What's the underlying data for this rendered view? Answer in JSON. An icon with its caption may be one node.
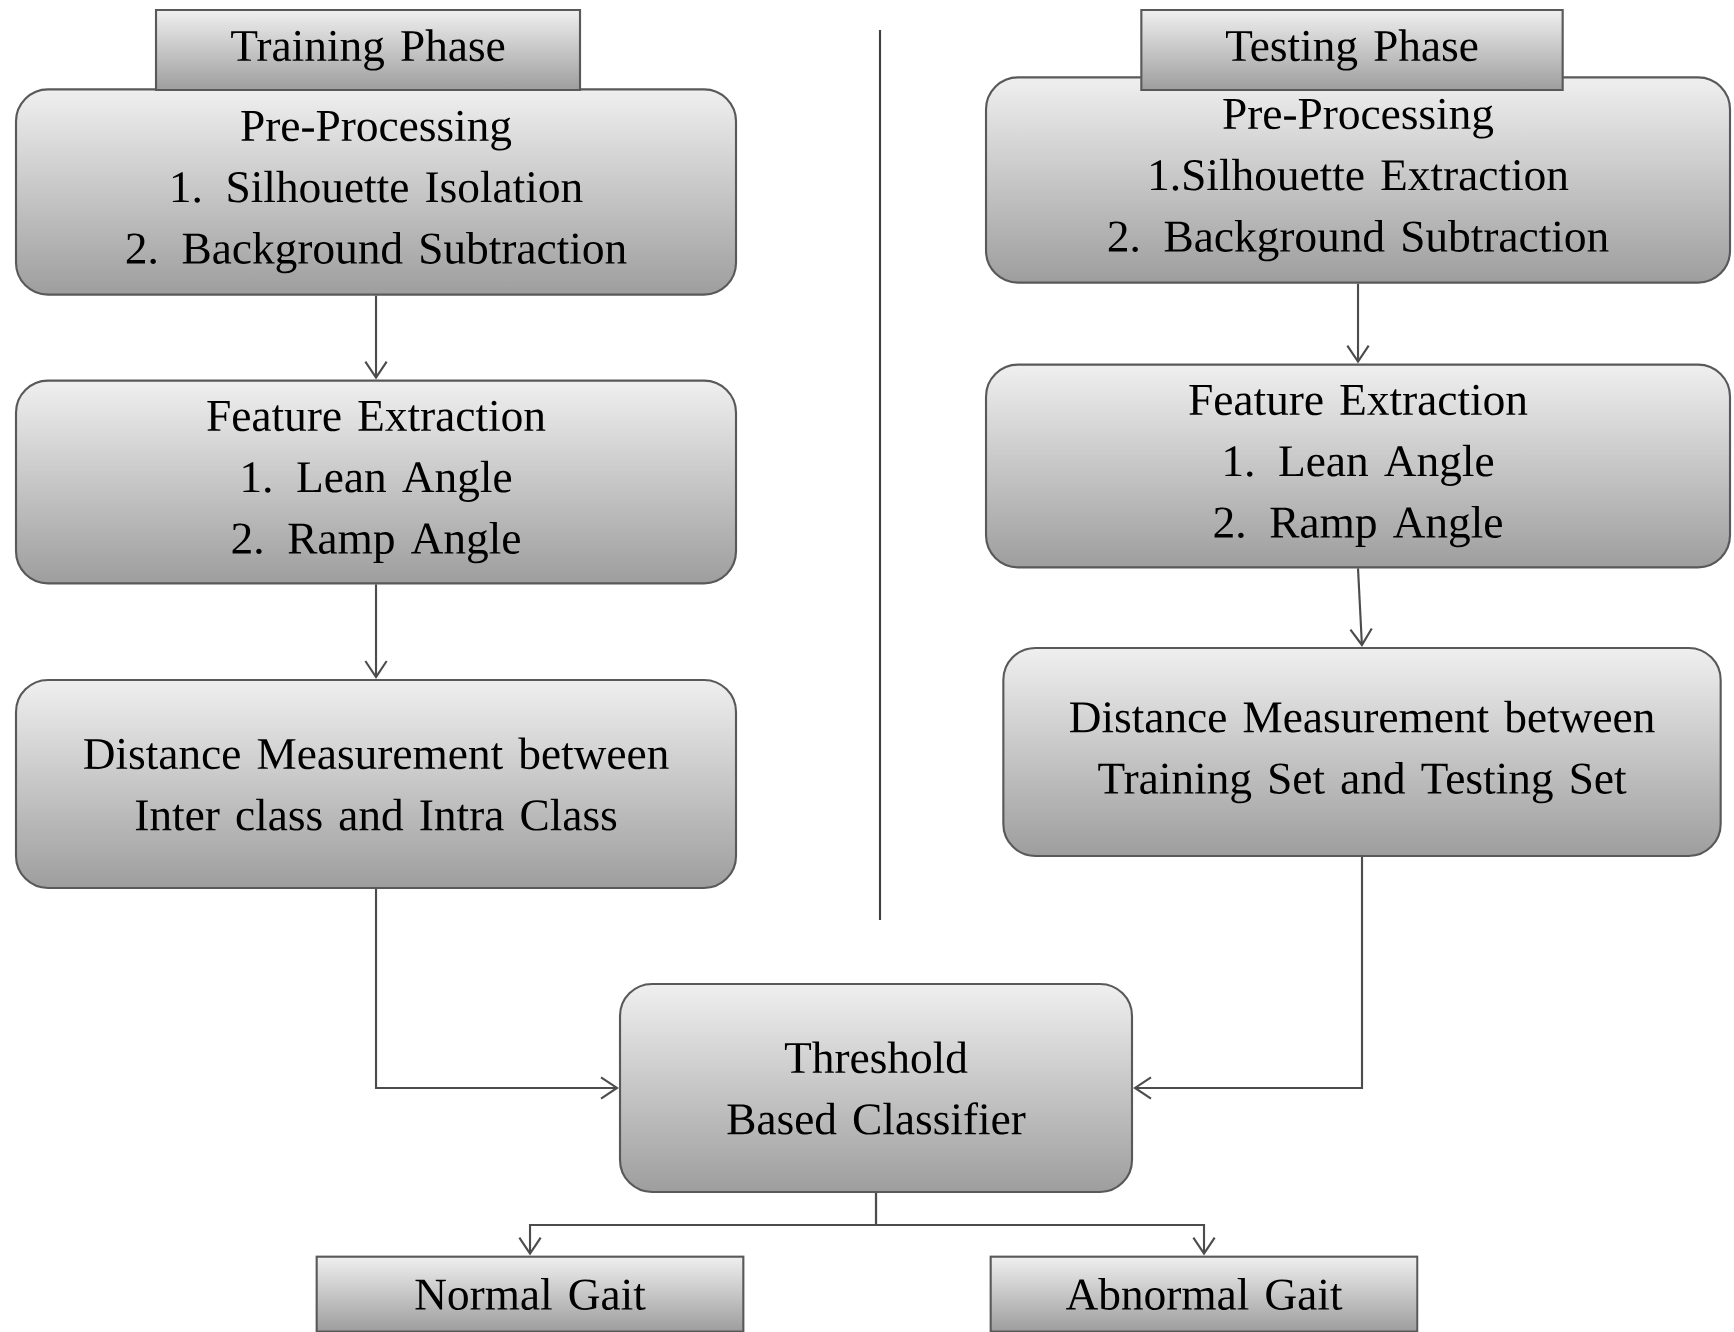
{
  "diagram": {
    "nodes": [
      {
        "text": [
          "Training Phase"
        ]
      },
      {
        "text": [
          "Pre-Processing",
          "1. Silhouette Isolation",
          "2. Background Subtraction"
        ]
      },
      {
        "text": [
          "Feature Extraction",
          "1. Lean Angle",
          "2. Ramp Angle"
        ]
      },
      {
        "text": [
          "Distance Measurement between Inter class and Intra Class"
        ]
      },
      {
        "text": [
          "Testing Phase"
        ]
      },
      {
        "text": [
          "Pre-Processing",
          "1.Silhouette Extraction",
          "2. Background Subtraction"
        ]
      },
      {
        "text": [
          "Feature Extraction",
          "1. Lean Angle",
          "2. Ramp Angle"
        ]
      },
      {
        "text": [
          "Distance Measurement between Training Set and Testing Set"
        ]
      },
      {
        "text": [
          "Threshold Based Classifier"
        ]
      },
      {
        "text": [
          "Normal Gait"
        ]
      },
      {
        "text": [
          "Abnormal Gait"
        ]
      }
    ],
    "edges": [
      {
        "from": 1,
        "to": 2,
        "arrow": "to"
      },
      {
        "from": 2,
        "to": 3,
        "arrow": "to"
      },
      {
        "from": 3,
        "to": 8,
        "arrow": "to"
      },
      {
        "from": 5,
        "to": 6,
        "arrow": "to"
      },
      {
        "from": 6,
        "to": 7,
        "arrow": "to"
      },
      {
        "from": 7,
        "to": 8,
        "arrow": "to"
      },
      {
        "from": 8,
        "to": 9,
        "arrow": "to"
      },
      {
        "from": 8,
        "to": 10,
        "arrow": "to"
      }
    ]
  }
}
